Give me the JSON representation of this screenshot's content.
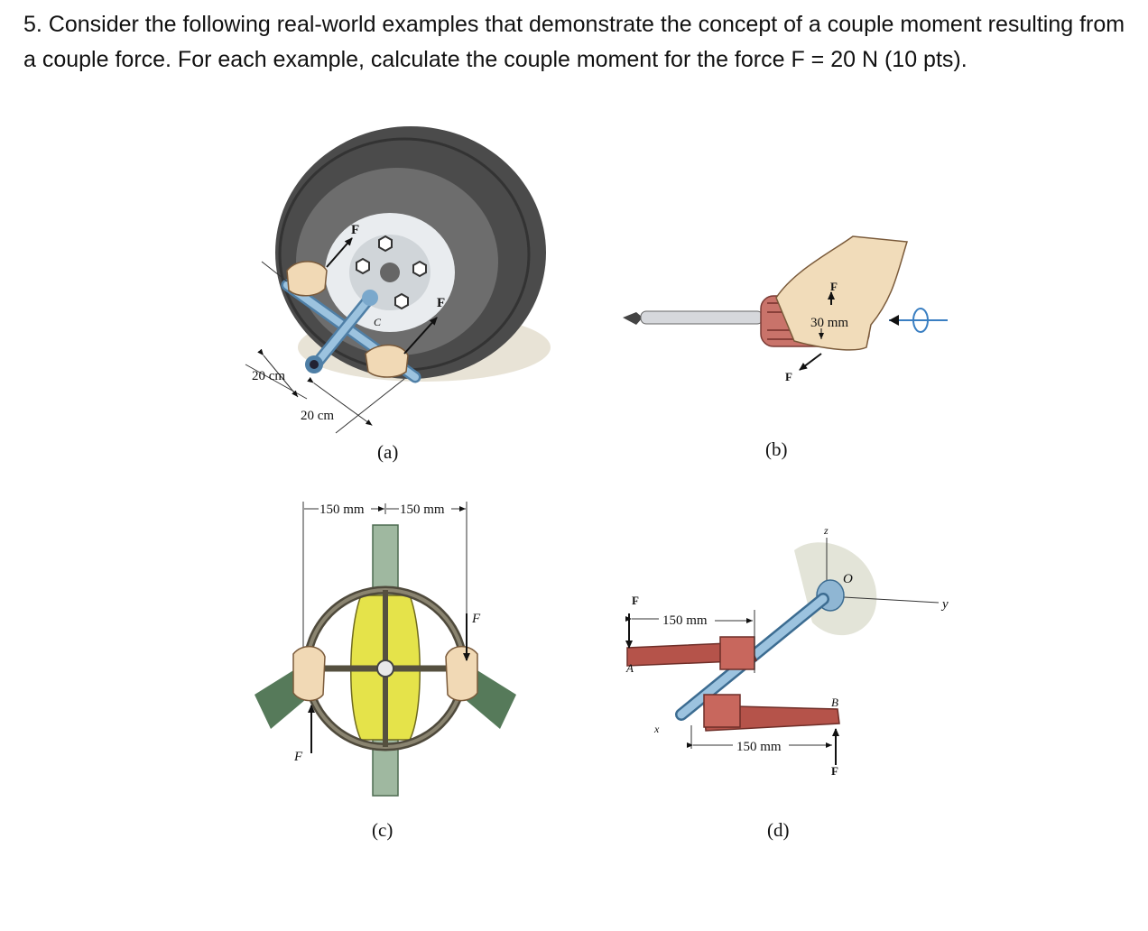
{
  "question": {
    "text": "5. Consider the following real-world examples that demonstrate the concept of a couple moment resulting from a couple force. For each example, calculate the couple moment for the force F = 20 N (10 pts)."
  },
  "figure_a": {
    "caption": "(a)",
    "force_top": "F",
    "force_right": "F",
    "center_label": "C",
    "dim_left": "20 cm",
    "dim_bottom": "20 cm"
  },
  "figure_b": {
    "caption": "(b)",
    "force_top": "F",
    "force_bottom": "F",
    "dim": "30 mm"
  },
  "figure_c": {
    "caption": "(c)",
    "dim_left": "150 mm",
    "dim_right": "150 mm",
    "force_left": "F",
    "force_right": "F"
  },
  "figure_d": {
    "caption": "(d)",
    "force_left": "F",
    "point_a": "A",
    "dim_top": "150 mm",
    "axis_z": "z",
    "axis_o": "O",
    "axis_y": "y",
    "axis_x": "x",
    "point_b": "B",
    "dim_bottom": "150 mm",
    "force_right": "F"
  },
  "colors": {
    "tire": "#5b5b5b",
    "wrench": "#8fb6d3",
    "handle": "#c9736a",
    "yellow": "#e5e34a",
    "pipe": "#b5534a",
    "sleeve": "#567a5a"
  }
}
